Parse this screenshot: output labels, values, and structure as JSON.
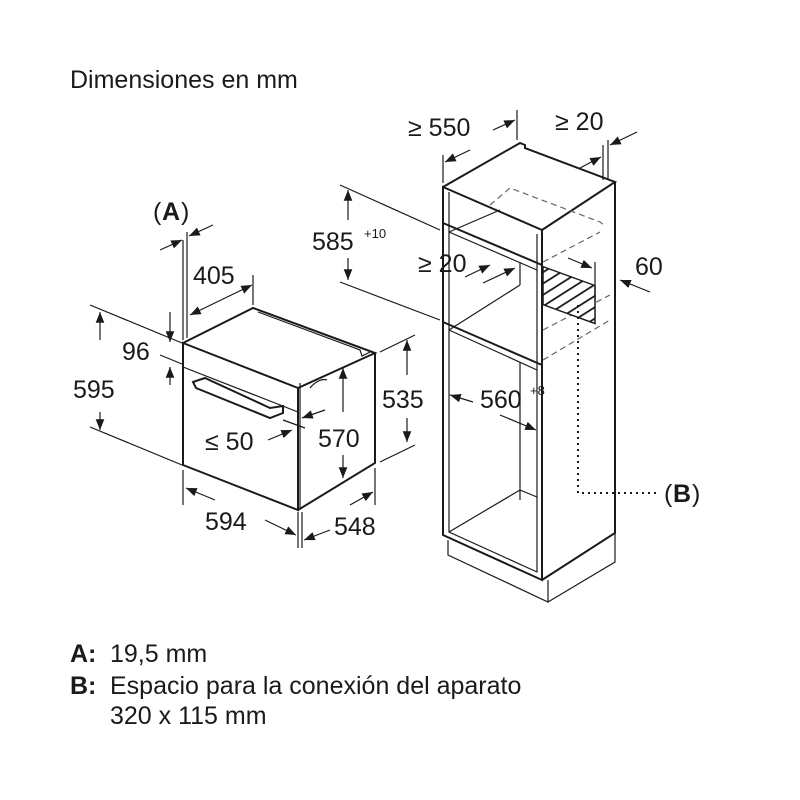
{
  "title": "Dimensiones en mm",
  "labels": {
    "A": "A",
    "B": "B",
    "d405": "405",
    "d96": "96",
    "d595": "595",
    "d50": "≤ 50",
    "d570": "570",
    "d535": "535",
    "d594": "594",
    "d548": "548",
    "d585": "585",
    "d585_tol": "+10",
    "d550": "≥ 550",
    "d20_top": "≥ 20",
    "d20_mid": "≥ 20",
    "d60": "60",
    "d560": "560",
    "d560_tol": "+8"
  },
  "legend": [
    {
      "key": "A:",
      "text": "19,5 mm"
    },
    {
      "key": "B:",
      "text": "Espacio para la conexión del aparato",
      "text2": "320 x 115 mm"
    }
  ]
}
